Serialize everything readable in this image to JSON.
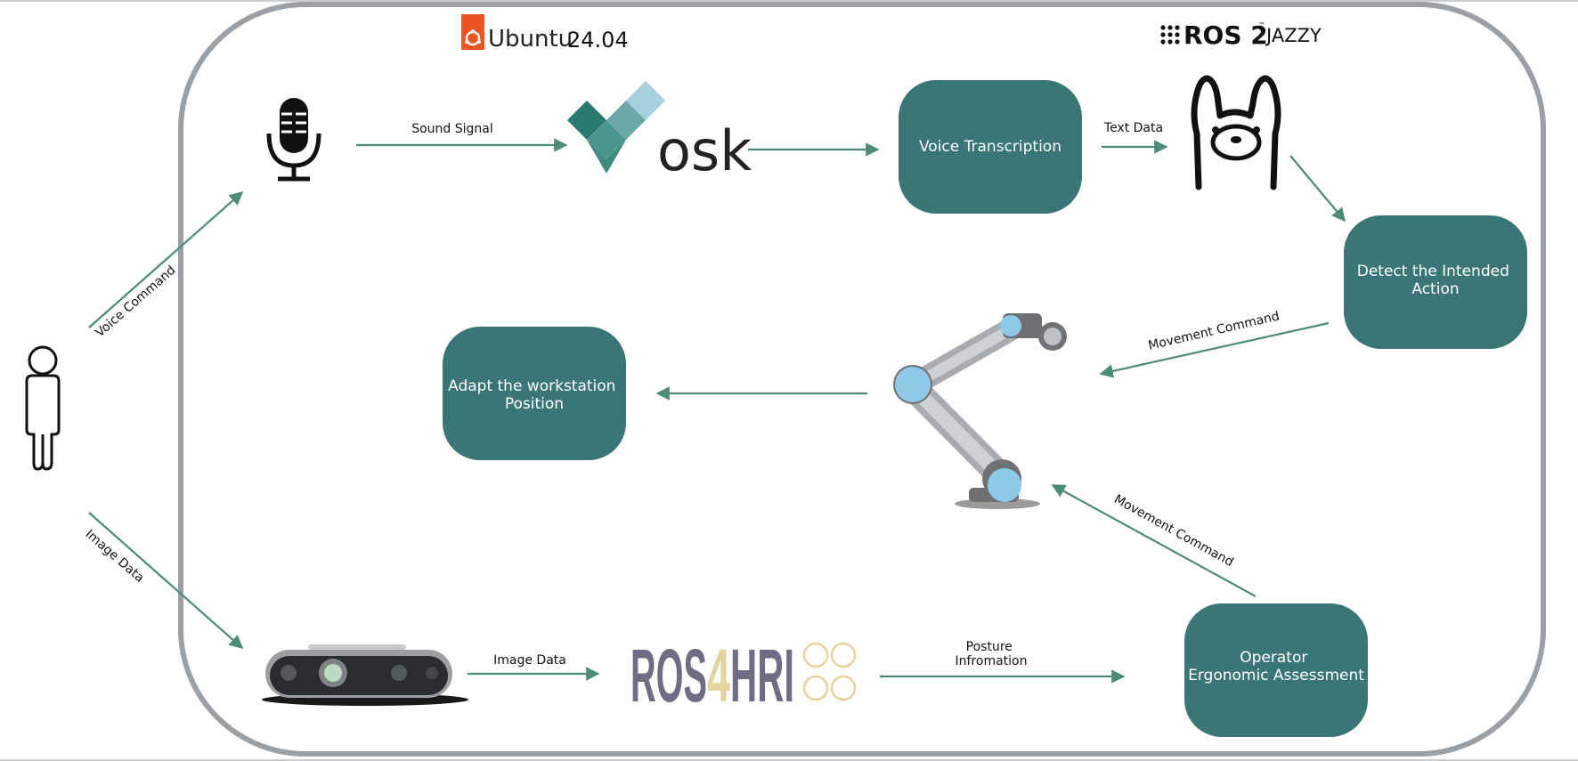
{
  "colors": {
    "box": "#3b7677",
    "arrow": "#4c8b79",
    "frame": "#9aa1a6",
    "ubuntu_orange": "#e95420",
    "ros4hri_text": "#6f6c86",
    "ros4hri_accent": "#e3d39c",
    "robot_joint": "#8ec9ea"
  },
  "logos": {
    "ubuntu_name": "Ubuntu",
    "ubuntu_version": "24.04",
    "ros_name": "ROS 2",
    "ros_tm": "™",
    "ros_distro": "JAZZY",
    "vosk_text": "osk",
    "ros4hri_left": "ROS",
    "ros4hri_four": "4",
    "ros4hri_right": "HRI"
  },
  "boxes": {
    "voice_transcription": [
      "Voice Transcription"
    ],
    "detect_action": [
      "Detect the Intended",
      "Action"
    ],
    "adapt_workstation": [
      "Adapt the workstation",
      "Position"
    ],
    "ergonomic_assessment": [
      "Operator",
      "Ergonomic Assessment"
    ]
  },
  "labels": {
    "sound_signal": "Sound Signal",
    "text_data": "Text Data",
    "voice_command": "Voice Command",
    "image_data_diag": "Image Data",
    "image_data": "Image Data",
    "posture_line1": "Posture",
    "posture_line2": "Infromation",
    "movement_command_top": "Movement Command",
    "movement_command_bottom": "Movement Command"
  },
  "icons": {
    "person": "person-icon",
    "microphone": "microphone-icon",
    "llama": "ollama-llama-icon",
    "robot_arm": "robot-arm-icon",
    "camera": "depth-camera-icon"
  }
}
